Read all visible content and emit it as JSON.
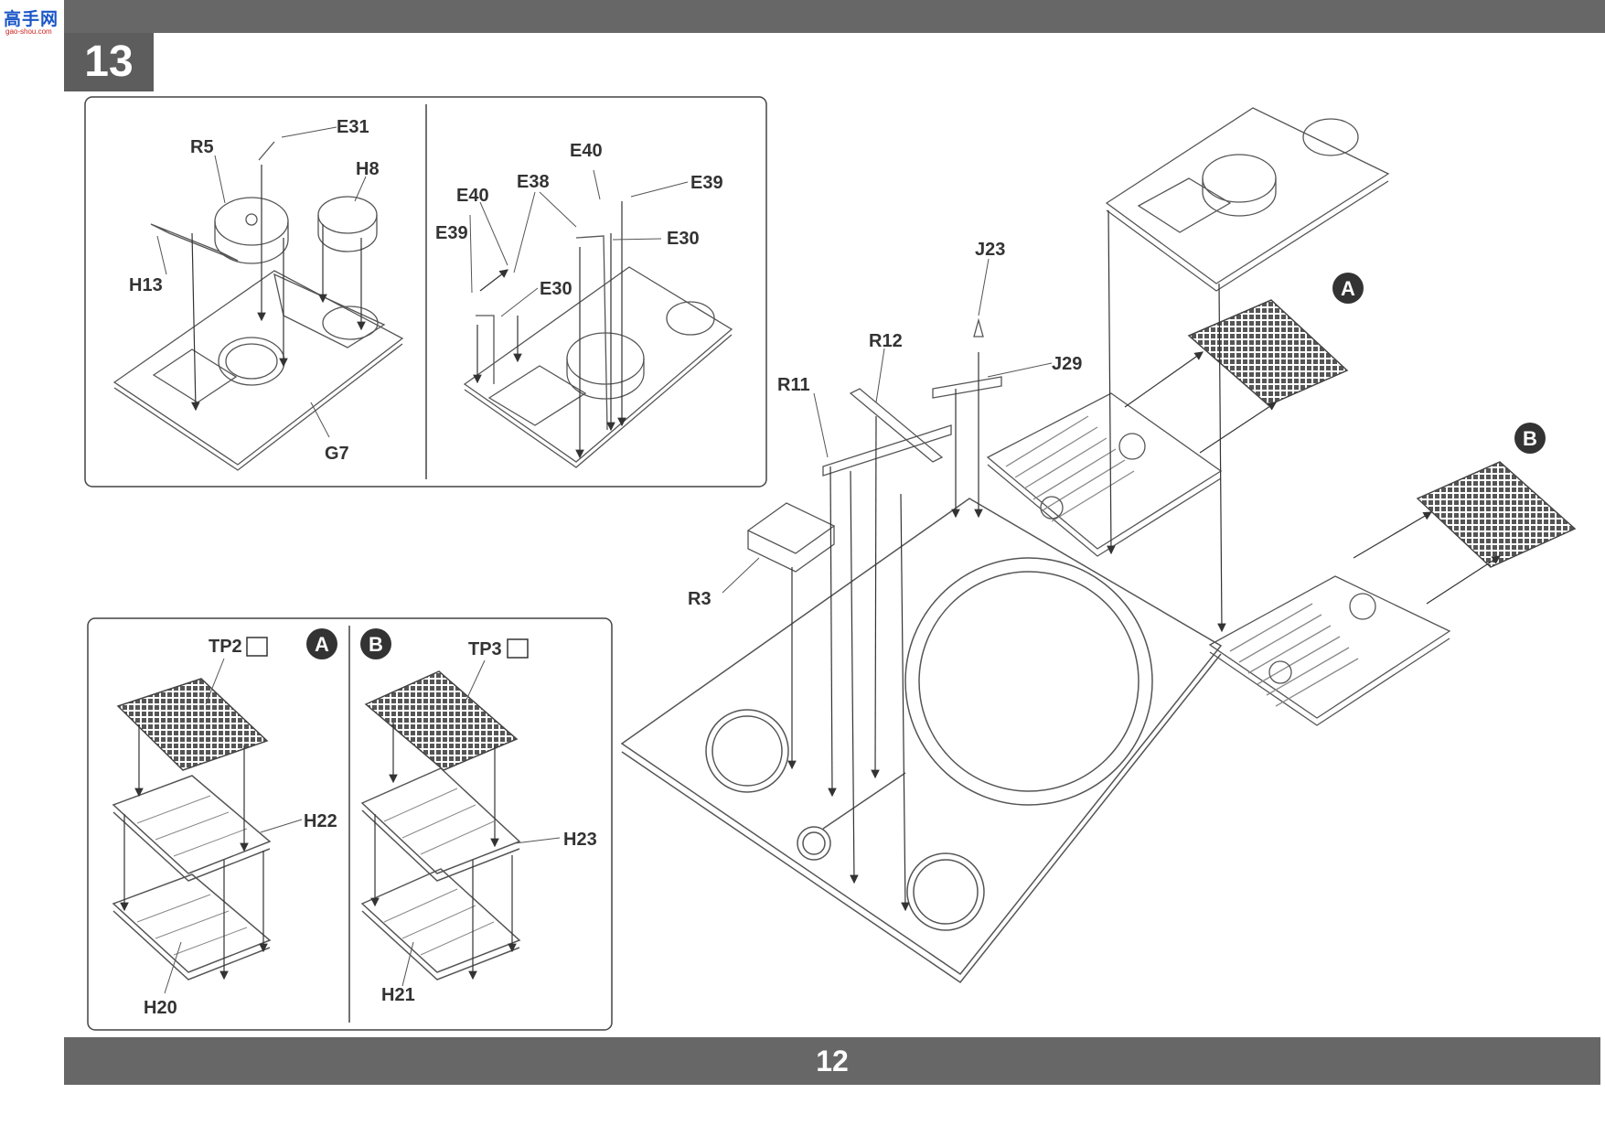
{
  "header": {
    "logo_text": "高手网",
    "logo_sub": "gao-shou.com",
    "step_number": "13"
  },
  "footer": {
    "page_number": "12"
  },
  "sub_a": {
    "letter": "A",
    "tape_label": "TP2",
    "parts": [
      "H22",
      "H20"
    ]
  },
  "sub_b": {
    "letter": "B",
    "tape_label": "TP3",
    "parts": [
      "H23",
      "H21"
    ]
  },
  "callouts": {
    "left": [
      "R5",
      "E31",
      "H8",
      "H13",
      "G7"
    ],
    "middle": [
      "E40",
      "E39",
      "E38",
      "E40",
      "E39",
      "E30",
      "E30"
    ],
    "main": [
      "J23",
      "R12",
      "J29",
      "R11",
      "R3"
    ]
  }
}
